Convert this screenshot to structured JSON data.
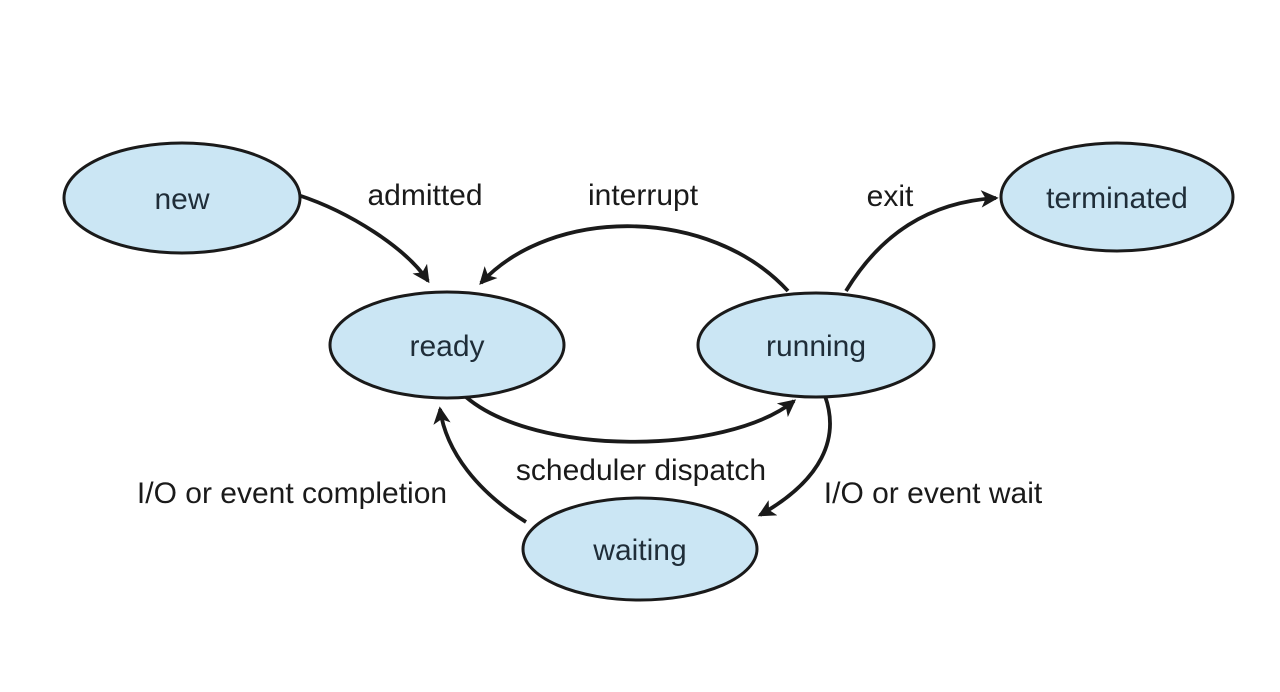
{
  "diagram_type": "process-state-diagram",
  "states": [
    {
      "id": "new",
      "label": "new"
    },
    {
      "id": "ready",
      "label": "ready"
    },
    {
      "id": "running",
      "label": "running"
    },
    {
      "id": "terminated",
      "label": "terminated"
    },
    {
      "id": "waiting",
      "label": "waiting"
    }
  ],
  "transitions": [
    {
      "id": "admitted",
      "label": "admitted",
      "from": "new",
      "to": "ready"
    },
    {
      "id": "interrupt",
      "label": "interrupt",
      "from": "running",
      "to": "ready"
    },
    {
      "id": "exit",
      "label": "exit",
      "from": "running",
      "to": "terminated"
    },
    {
      "id": "scheduler-dispatch",
      "label": "scheduler dispatch",
      "from": "ready",
      "to": "running"
    },
    {
      "id": "io-wait",
      "label": "I/O or event wait",
      "from": "running",
      "to": "waiting"
    },
    {
      "id": "io-completion",
      "label": "I/O or event completion",
      "from": "waiting",
      "to": "ready"
    }
  ],
  "colors": {
    "state_fill": "#cbe6f4",
    "stroke": "#1a1a1a",
    "state_text": "#1f2d38",
    "label_text": "#1a1a1a",
    "background": "#ffffff"
  }
}
